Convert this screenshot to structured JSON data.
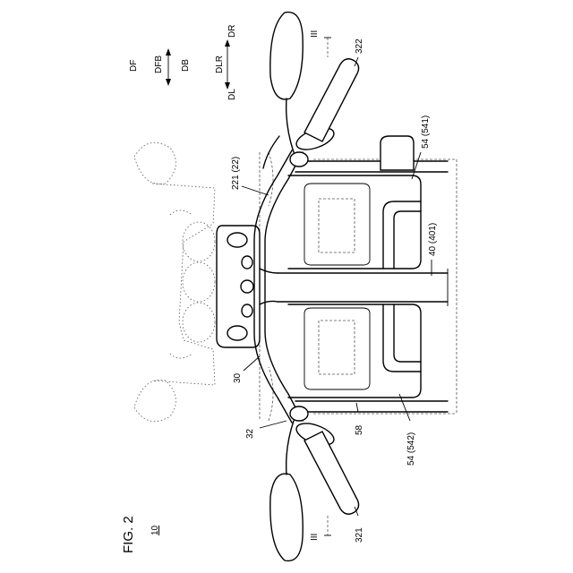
{
  "figure": {
    "title": "FIG. 2",
    "ref_main": "10"
  },
  "directions": {
    "df": "DF",
    "dfb": "DFB",
    "db": "DB",
    "dr": "DR",
    "dlr": "DLR",
    "dl": "DL"
  },
  "section_marks": {
    "top": "III",
    "bottom": "III"
  },
  "labels": {
    "grip_right": "322",
    "grip_left": "321",
    "cover_right": "54 (541)",
    "cover_left": "54 (542)",
    "frame": "40 (401)",
    "fork": "221 (22)",
    "handlebar": "30",
    "bar_end": "32",
    "lower_part": "58"
  }
}
